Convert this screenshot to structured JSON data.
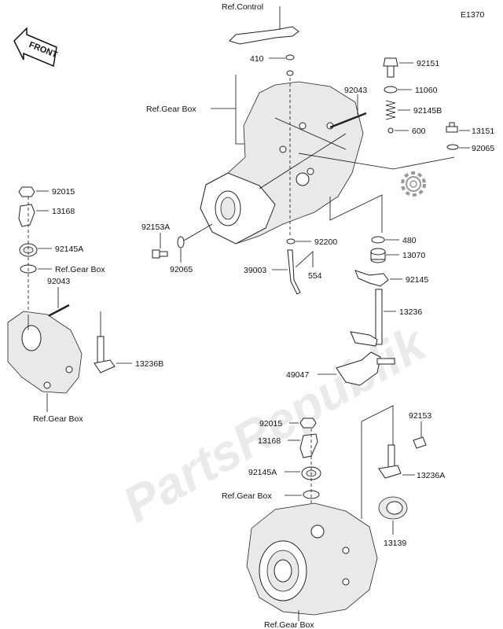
{
  "diagram_code": "E1370",
  "front_label": "FRONT",
  "watermark": "PartsRepublik",
  "top_section": {
    "ref_control": "Ref.Control",
    "ref_gear_box": "Ref.Gear Box",
    "parts": [
      "410",
      "92043",
      "92151",
      "11060",
      "92145B",
      "600",
      "13151",
      "92065",
      "92153A",
      "92065",
      "92200",
      "39003",
      "554",
      "480",
      "13070",
      "92145",
      "13236",
      "49047"
    ]
  },
  "left_section": {
    "ref_gear_box_1": "Ref.Gear Box",
    "ref_gear_box_2": "Ref.Gear Box",
    "parts": [
      "92015",
      "13168",
      "92145A",
      "92043",
      "13236B"
    ]
  },
  "bottom_section": {
    "ref_gear_box_1": "Ref.Gear Box",
    "ref_gear_box_2": "Ref.Gear Box",
    "parts": [
      "92015",
      "13168",
      "92145A",
      "92153",
      "13236A",
      "13139"
    ]
  }
}
